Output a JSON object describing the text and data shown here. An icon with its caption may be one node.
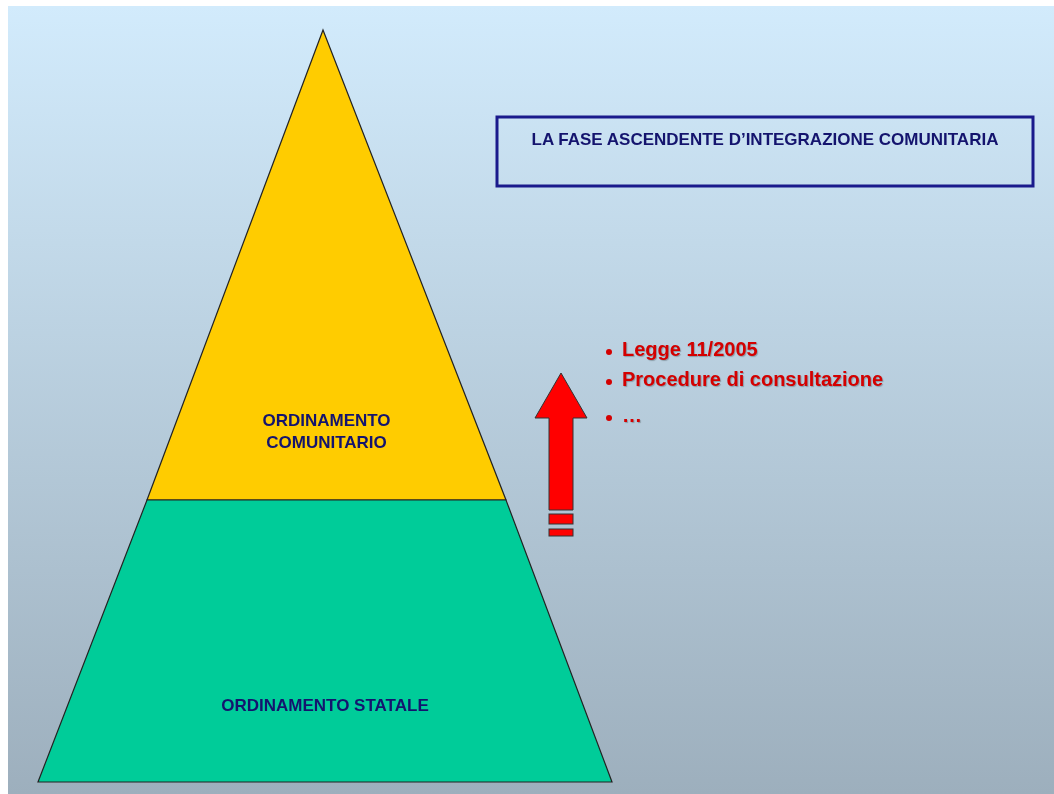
{
  "diagram": {
    "nodes": [
      {
        "text": [
          "LA FASE ASCENDENTE D’INTEGRAZIONE COMUNITARIA"
        ]
      },
      {
        "text": [
          "ORDINAMENTO COMUNITARIO"
        ]
      },
      {
        "text": [
          "ORDINAMENTO STATALE"
        ]
      }
    ],
    "labels": [
      "Legge 11/2005",
      "Procedure di consultazione",
      "…"
    ]
  }
}
